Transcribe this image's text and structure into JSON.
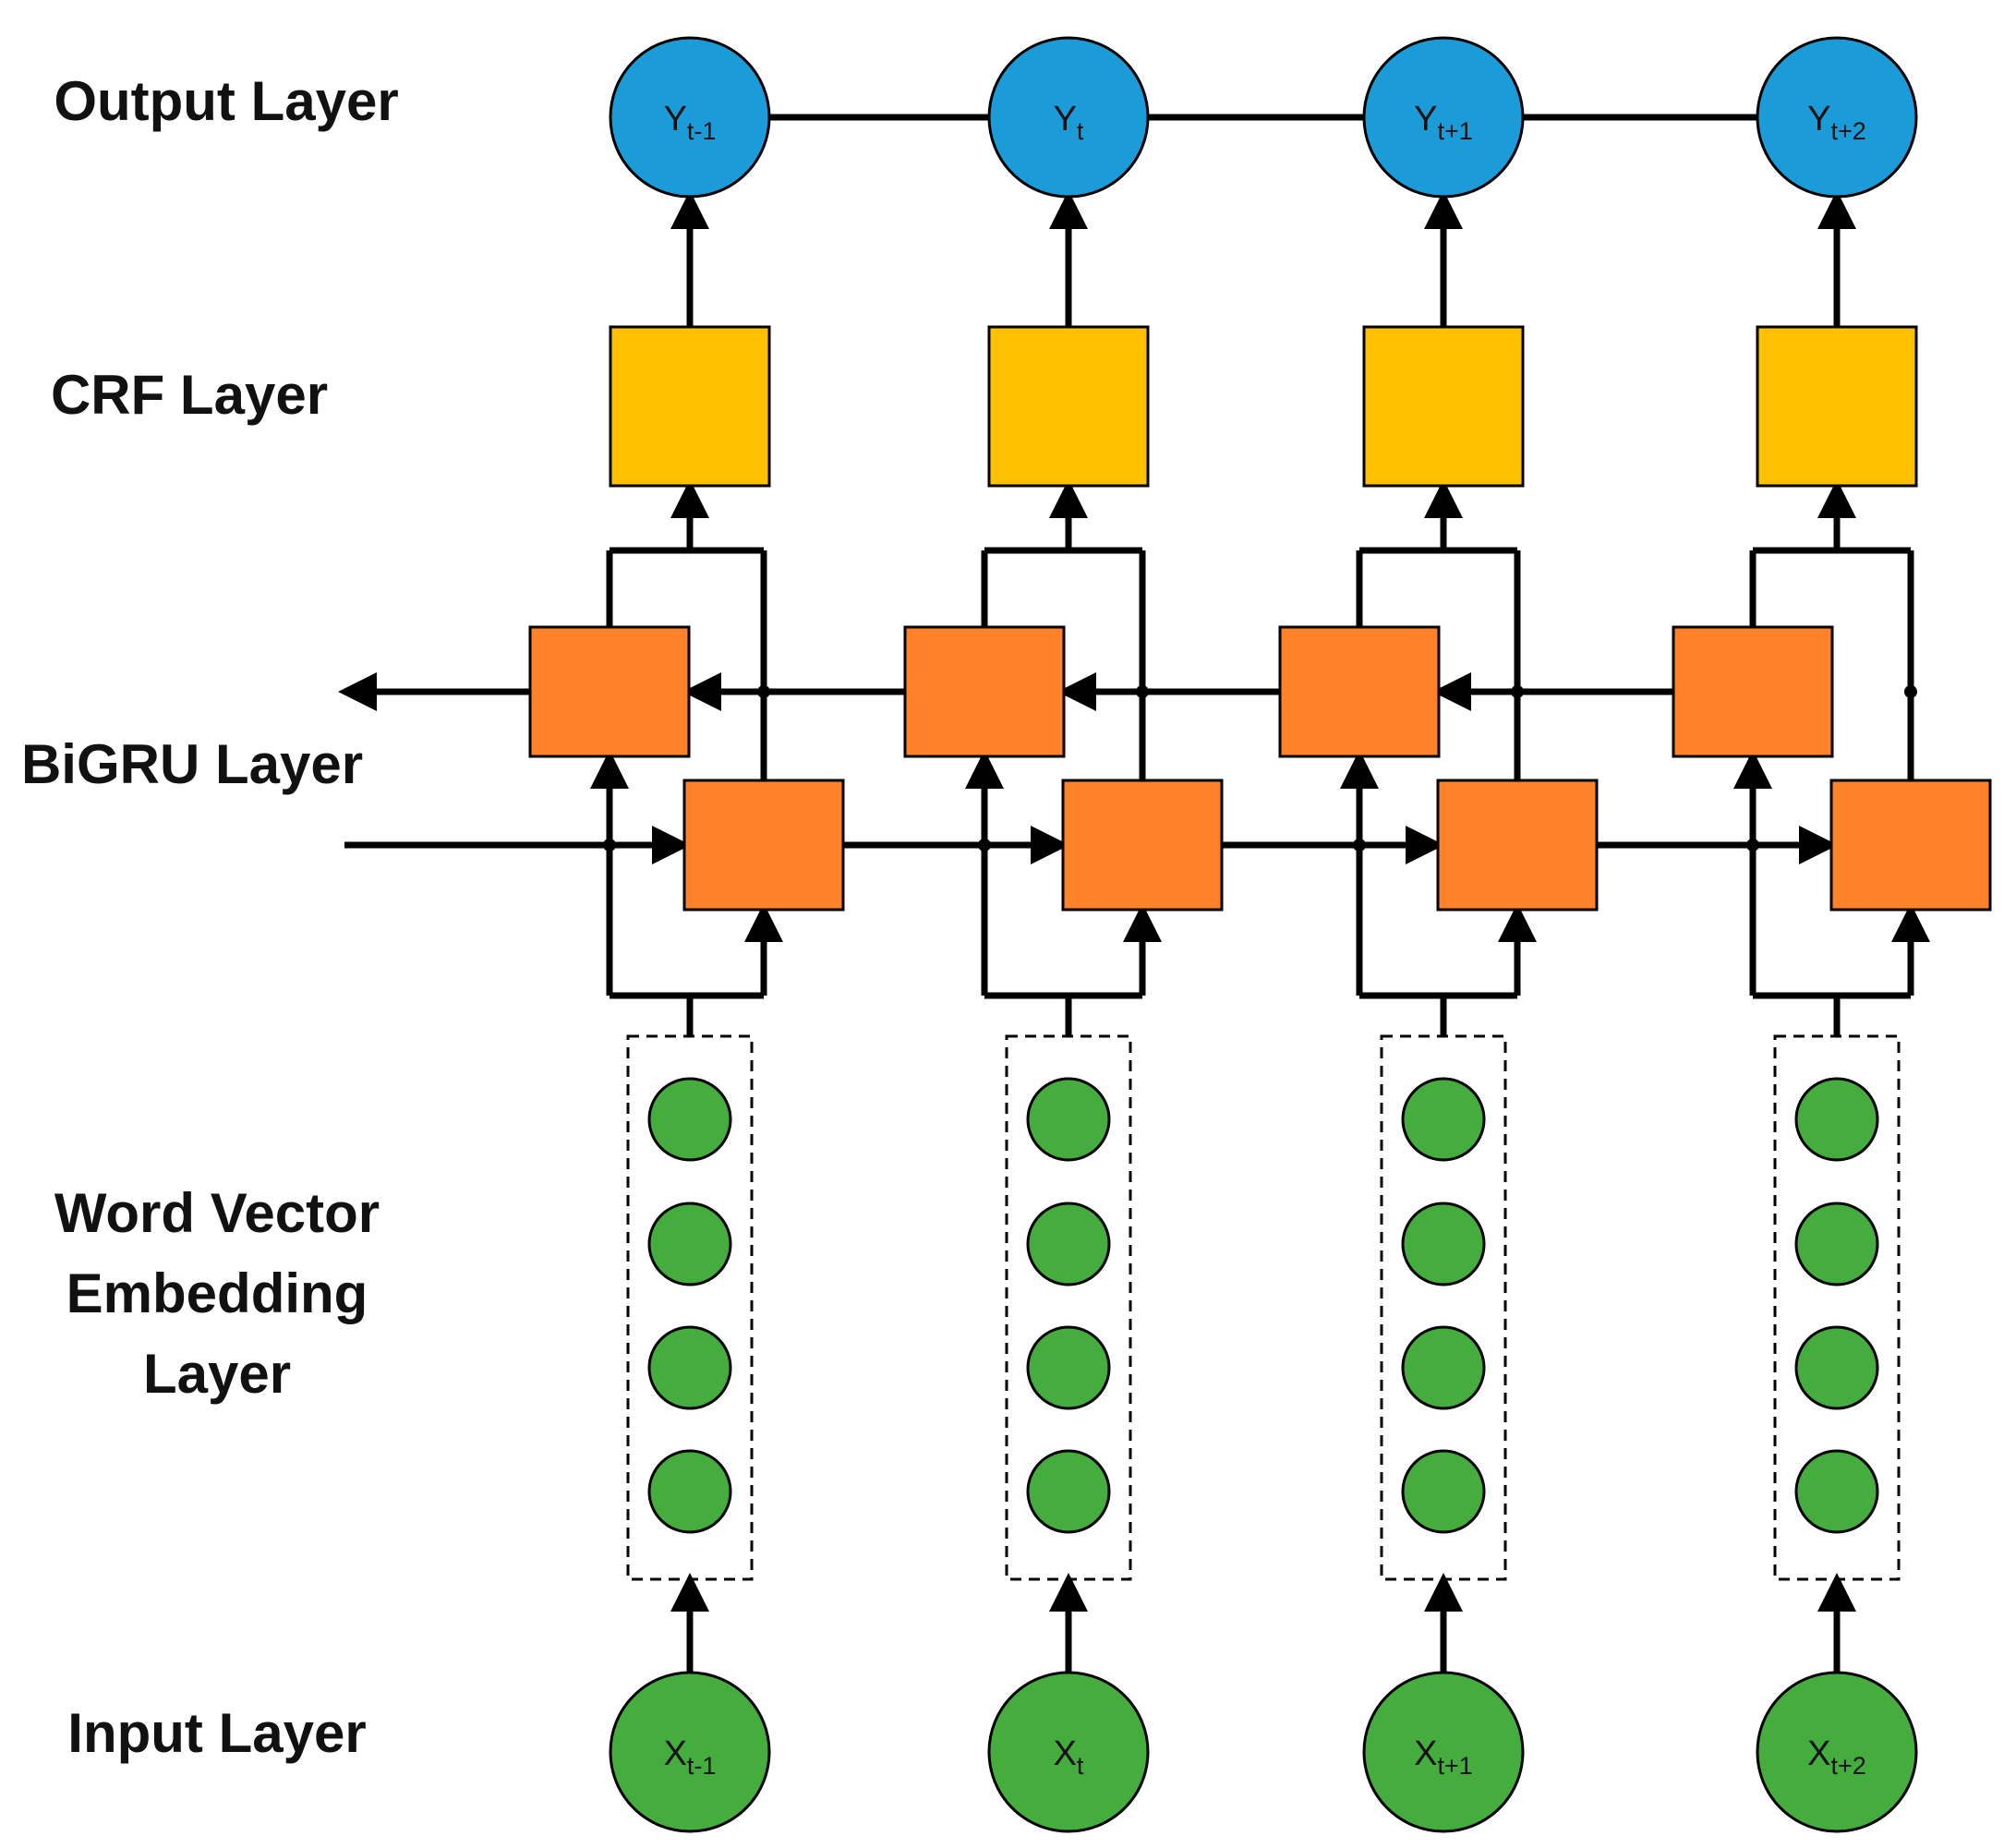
{
  "layers": [
    {
      "id": "output",
      "lines": [
        "Output Layer"
      ]
    },
    {
      "id": "crf",
      "lines": [
        "CRF Layer"
      ]
    },
    {
      "id": "bigru",
      "lines": [
        "BiGRU Layer"
      ]
    },
    {
      "id": "embedding",
      "lines": [
        "Word Vector",
        "Embedding",
        "Layer"
      ]
    },
    {
      "id": "input",
      "lines": [
        "Input Layer"
      ]
    }
  ],
  "timesteps": [
    {
      "output": {
        "base": "Y",
        "sub": "t-1"
      },
      "input": {
        "base": "X",
        "sub": "t-1"
      }
    },
    {
      "output": {
        "base": "Y",
        "sub": "t"
      },
      "input": {
        "base": "X",
        "sub": "t"
      }
    },
    {
      "output": {
        "base": "Y",
        "sub": "t+1"
      },
      "input": {
        "base": "X",
        "sub": "t+1"
      }
    },
    {
      "output": {
        "base": "Y",
        "sub": "t+2"
      },
      "input": {
        "base": "X",
        "sub": "t+2"
      }
    }
  ],
  "embedding_units_per_column": 4,
  "colors": {
    "output_node": "#1B9CD9",
    "crf_box": "#FFC000",
    "gru_box": "#FF8129",
    "embedding_node": "#44AD3D",
    "input_node": "#44AD3D",
    "line": "#000000"
  }
}
